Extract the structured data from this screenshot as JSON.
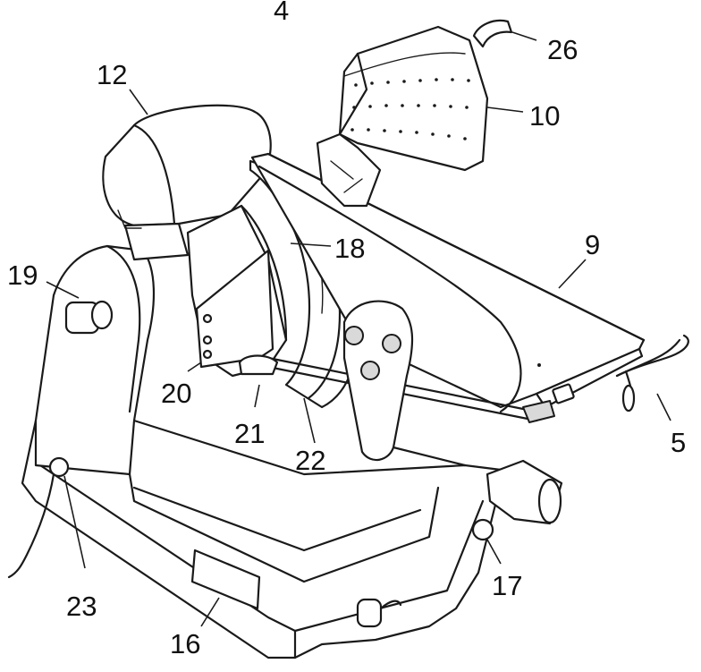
{
  "labels": {
    "l4": "4",
    "l26": "26",
    "l12": "12",
    "l10": "10",
    "l9": "9",
    "l18": "18",
    "l19": "19",
    "l20": "20",
    "l21": "21",
    "l22": "22",
    "l5": "5",
    "l23": "23",
    "l17": "17",
    "l16": "16"
  }
}
